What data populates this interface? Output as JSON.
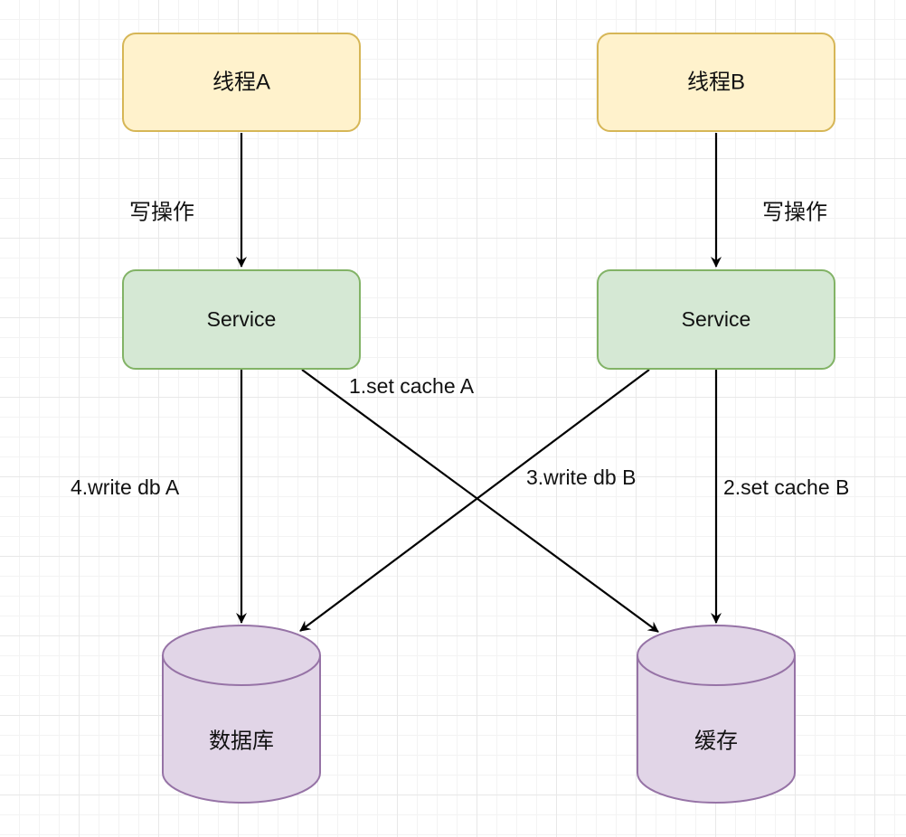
{
  "nodes": {
    "thread_a": "线程A",
    "thread_b": "线程B",
    "service_a": "Service",
    "service_b": "Service",
    "database": "数据库",
    "cache": "缓存"
  },
  "edges": {
    "thread_a_to_service": "写操作",
    "thread_b_to_service": "写操作",
    "set_cache_a": "1.set cache A",
    "set_cache_b": "2.set cache B",
    "write_db_b": "3.write db B",
    "write_db_a": "4.write db A"
  },
  "colors": {
    "thread_fill": "#fff2cc",
    "thread_stroke": "#d6b656",
    "service_fill": "#d5e8d4",
    "service_stroke": "#82b366",
    "storage_fill": "#e1d5e7",
    "storage_stroke": "#9673a6",
    "edge": "#000000"
  }
}
